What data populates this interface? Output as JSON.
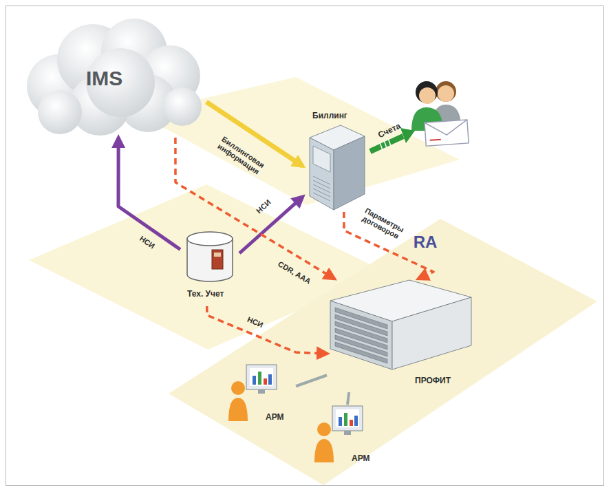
{
  "diagram": {
    "nodes": [
      {
        "text": [
          "IMS"
        ]
      },
      {
        "text": [
          "Биллинг"
        ]
      },
      {
        "text": [
          "Тех. Учет"
        ]
      },
      {
        "text": [
          "ПРОФИТ"
        ]
      },
      {
        "text": [
          "АРМ"
        ]
      },
      {
        "text": [
          "АРМ"
        ]
      }
    ],
    "edges": [
      {
        "from": 0,
        "to": 1,
        "label": "Биллинговая информация",
        "arrow": "to"
      },
      {
        "from": 2,
        "to": 0,
        "label": "НСИ",
        "arrow": "to"
      },
      {
        "from": 2,
        "to": 1,
        "label": "НСИ",
        "arrow": "to"
      },
      {
        "from": 0,
        "to": 3,
        "label": "CDR, AAA",
        "arrow": "to"
      },
      {
        "from": 1,
        "to": 3,
        "label": "Параметры договоров",
        "arrow": "to"
      },
      {
        "from": 2,
        "to": 3,
        "label": "НСИ",
        "arrow": "to"
      },
      {
        "from": 3,
        "to": 4,
        "arrow": "none"
      },
      {
        "from": 3,
        "to": 5,
        "arrow": "none"
      }
    ],
    "labels": [
      "Счета",
      "RA"
    ]
  }
}
